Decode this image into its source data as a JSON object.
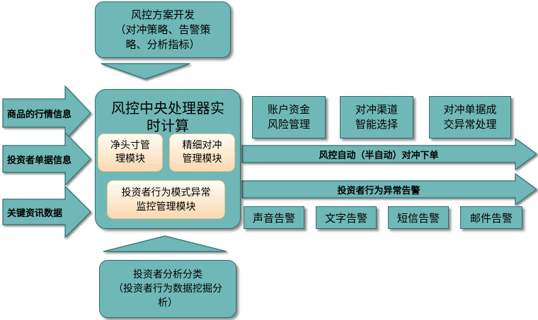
{
  "top_box": "风控方案开发\n（对冲策略、告警策\n略、分析指标）",
  "center": {
    "title": "风控中央处理器实\n时计算",
    "module_net": "净头寸管\n理模块",
    "module_hedge": "精细对冲\n管理模块",
    "module_behavior": "投资者行为模式异常\n监控管理模块"
  },
  "bottom_box": "投资者分析分类\n（投资者行为数据挖掘分\n析）",
  "inputs": [
    "商品的行情信息",
    "投资者单据信息",
    "关键资讯数据"
  ],
  "right_top_boxes": [
    "账户资金\n风险管理",
    "对冲渠道\n智能选择",
    "对冲单据成\n交异常处理"
  ],
  "arrow_hedge_label": "风控自动（半自动）对冲下单",
  "arrow_alert_label": "投资者行为异常告警",
  "alert_boxes": [
    "声音告警",
    "文字告警",
    "短信告警",
    "邮件告警"
  ],
  "colors": {
    "teal_fill": "#6fb8b7",
    "teal_border": "#2f6f6e",
    "module_fill": "#fbd9b0"
  }
}
